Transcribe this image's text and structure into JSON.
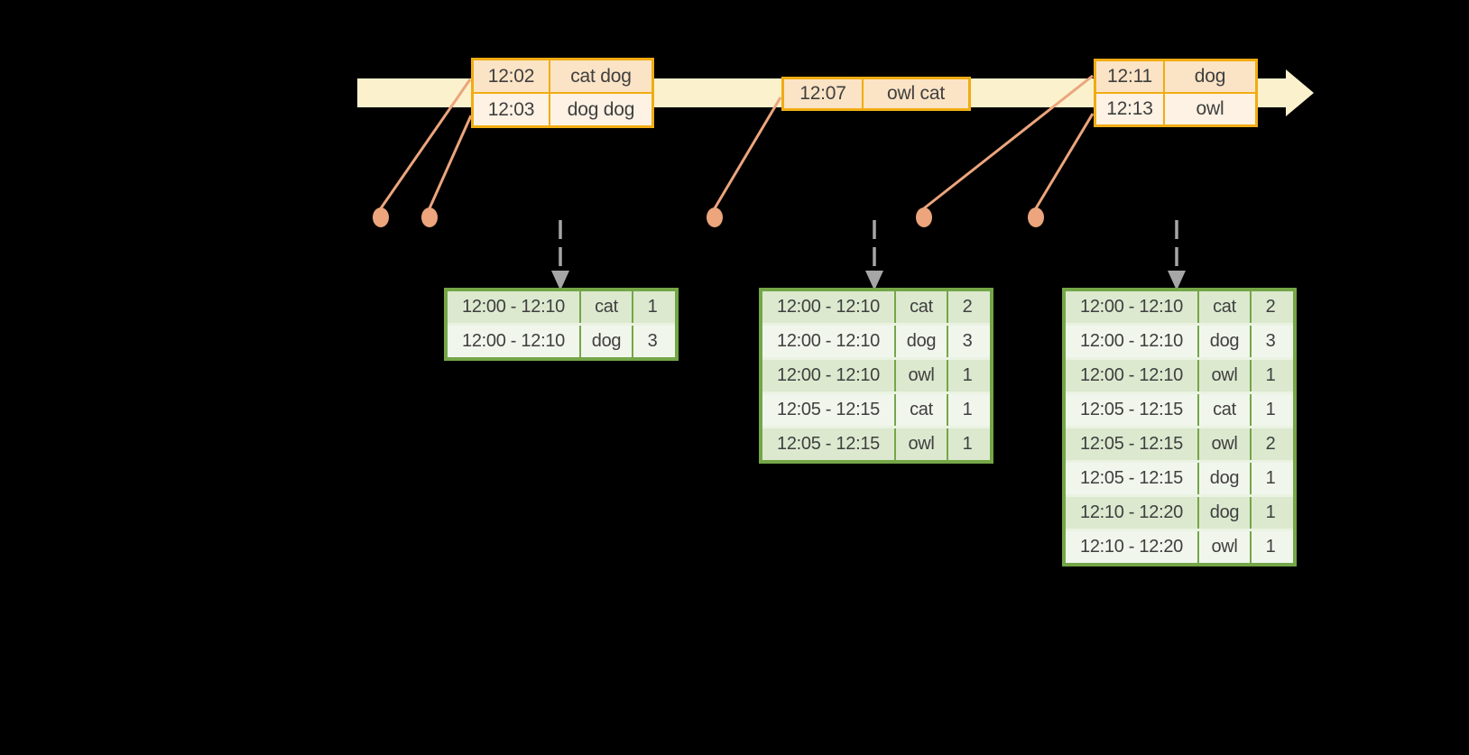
{
  "diagram": {
    "kind": "streaming-windowed-word-count-timeline",
    "background": "#000000"
  },
  "colors": {
    "timeline_fill": "#FBF2CD",
    "event_table_border": "#F0AC12",
    "event_row_fill_dark": "#FBE3C5",
    "event_row_fill_light": "#FDF2E3",
    "connector_and_dot": "#ECA57C",
    "trigger_arrow_gray": "#A6A6A6",
    "result_table_border": "#74A648",
    "result_row_fill_dark": "#DCE9CF",
    "result_row_fill_light": "#F1F6ED",
    "text": "#3F3F3F"
  },
  "timeline": {
    "event_batches": [
      {
        "rows": [
          {
            "time": "12:02",
            "words": "cat dog"
          },
          {
            "time": "12:03",
            "words": "dog dog"
          }
        ]
      },
      {
        "rows": [
          {
            "time": "12:07",
            "words": "owl cat"
          }
        ]
      },
      {
        "rows": [
          {
            "time": "12:11",
            "words": "dog"
          },
          {
            "time": "12:13",
            "words": "owl"
          }
        ]
      }
    ],
    "event_dot_count": 5,
    "trigger_arrow_count": 3
  },
  "result_tables": [
    {
      "rows": [
        {
          "window": "12:00 - 12:10",
          "word": "cat",
          "count": "1"
        },
        {
          "window": "12:00 - 12:10",
          "word": "dog",
          "count": "3"
        }
      ]
    },
    {
      "rows": [
        {
          "window": "12:00 - 12:10",
          "word": "cat",
          "count": "2"
        },
        {
          "window": "12:00 - 12:10",
          "word": "dog",
          "count": "3"
        },
        {
          "window": "12:00 - 12:10",
          "word": "owl",
          "count": "1"
        },
        {
          "window": "12:05 - 12:15",
          "word": "cat",
          "count": "1"
        },
        {
          "window": "12:05 - 12:15",
          "word": "owl",
          "count": "1"
        }
      ]
    },
    {
      "rows": [
        {
          "window": "12:00 - 12:10",
          "word": "cat",
          "count": "2"
        },
        {
          "window": "12:00 - 12:10",
          "word": "dog",
          "count": "3"
        },
        {
          "window": "12:00 - 12:10",
          "word": "owl",
          "count": "1"
        },
        {
          "window": "12:05 - 12:15",
          "word": "cat",
          "count": "1"
        },
        {
          "window": "12:05 - 12:15",
          "word": "owl",
          "count": "2"
        },
        {
          "window": "12:05 - 12:15",
          "word": "dog",
          "count": "1"
        },
        {
          "window": "12:10 - 12:20",
          "word": "dog",
          "count": "1"
        },
        {
          "window": "12:10 - 12:20",
          "word": "owl",
          "count": "1"
        }
      ]
    }
  ]
}
